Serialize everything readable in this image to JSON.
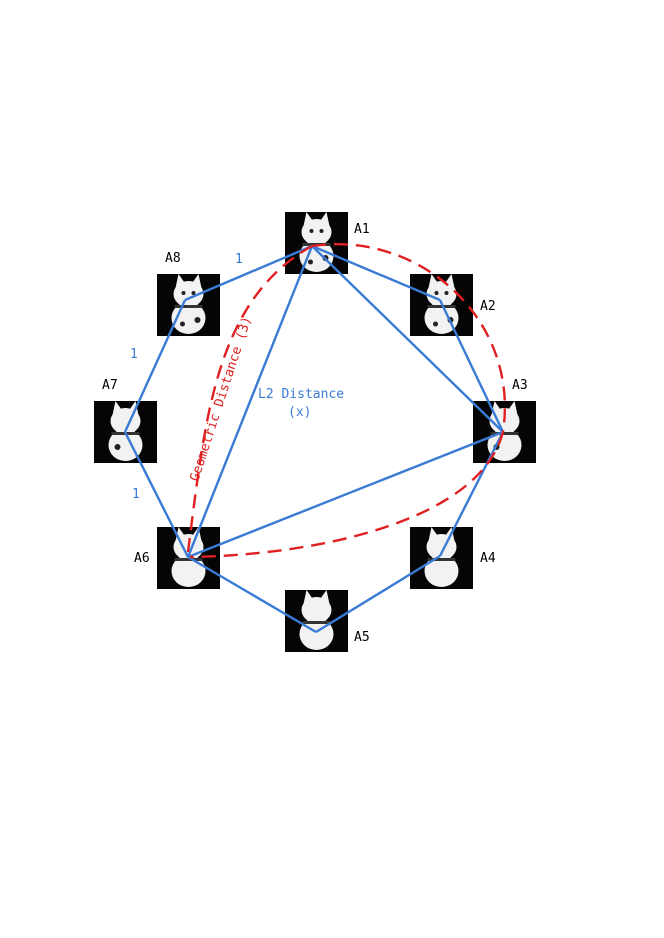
{
  "colors": {
    "graph_edge": "#3a7bd5",
    "geodesic": "#e02020",
    "edge_label": "#3a7bd5",
    "geo_label": "#e02020",
    "thumb_bg": "#050505",
    "figurine": "#f2f2f2"
  },
  "nodes": [
    {
      "id": "A1",
      "label": "A1",
      "view": "front"
    },
    {
      "id": "A2",
      "label": "A2",
      "view": "three-quarter"
    },
    {
      "id": "A3",
      "label": "A3",
      "view": "side"
    },
    {
      "id": "A4",
      "label": "A4",
      "view": "back-three-quarter"
    },
    {
      "id": "A5",
      "label": "A5",
      "view": "back"
    },
    {
      "id": "A6",
      "label": "A6",
      "view": "back-three-quarter"
    },
    {
      "id": "A7",
      "label": "A7",
      "view": "side"
    },
    {
      "id": "A8",
      "label": "A8",
      "view": "three-quarter"
    }
  ],
  "edges": [
    [
      "A1",
      "A2"
    ],
    [
      "A2",
      "A3"
    ],
    [
      "A3",
      "A4"
    ],
    [
      "A4",
      "A5"
    ],
    [
      "A5",
      "A6"
    ],
    [
      "A6",
      "A7"
    ],
    [
      "A7",
      "A8"
    ],
    [
      "A8",
      "A1"
    ],
    [
      "A1",
      "A3"
    ],
    [
      "A1",
      "A6"
    ],
    [
      "A6",
      "A3"
    ]
  ],
  "edge_labels": [
    "1",
    "1",
    "1"
  ],
  "l2_label_line1": "L2 Distance",
  "l2_label_line2": "(x)",
  "geo_label": "Geometric Distance (3)"
}
